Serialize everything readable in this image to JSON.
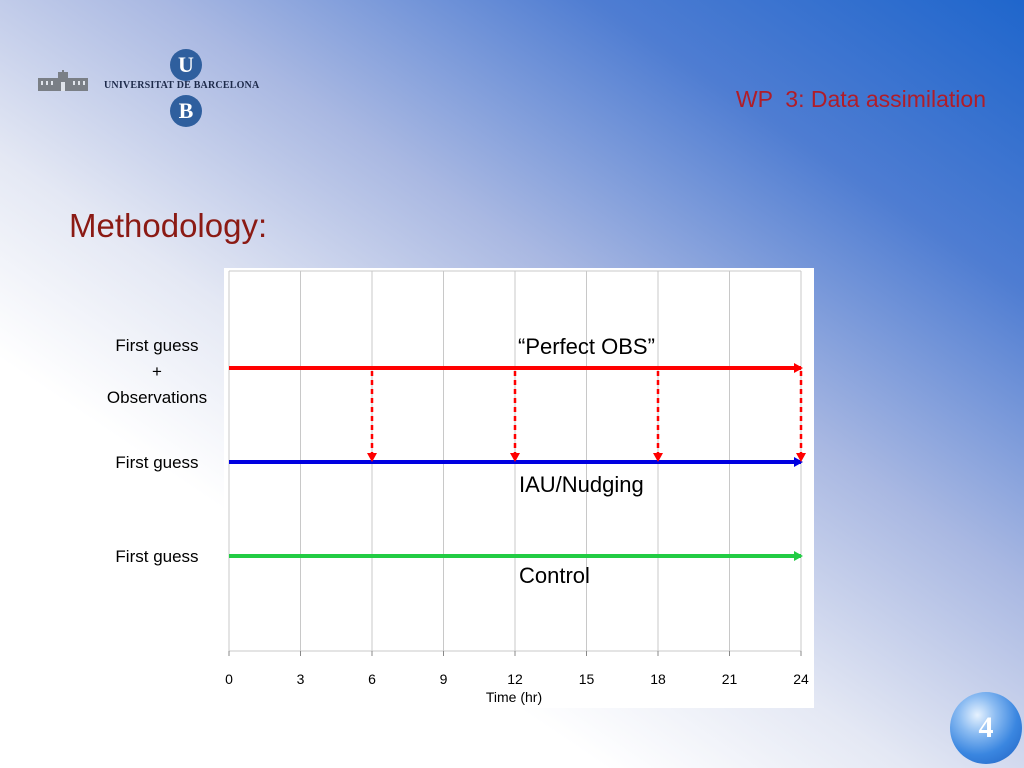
{
  "header": {
    "logo_text": "UNIVERSITAT DE BARCELONA",
    "logo_letter_top": "U",
    "logo_letter_bottom": "B",
    "wp_title": "WP  3: Data assimilation"
  },
  "main": {
    "title": "Methodology:"
  },
  "labels": {
    "first_guess_obs_line1": "First guess",
    "first_guess_obs_line2": "+",
    "first_guess_obs_line3": "Observations",
    "first_guess_iau": "First guess",
    "first_guess_control": "First guess"
  },
  "annotations": {
    "perfect_obs": "“Perfect OBS”",
    "iau_nudging": "IAU/Nudging",
    "control": "Control"
  },
  "diagram": {
    "x_ticks": [
      0,
      3,
      6,
      9,
      12,
      15,
      18,
      21,
      24
    ],
    "xlabel": "Time (hr)",
    "xlim": [
      0,
      24
    ],
    "assimilation_times": [
      6,
      12,
      18,
      24
    ],
    "colors": {
      "observations": "#ff0000",
      "iau_nudging": "#0000e0",
      "control": "#22cc44"
    }
  },
  "footer": {
    "page_number": "4"
  }
}
